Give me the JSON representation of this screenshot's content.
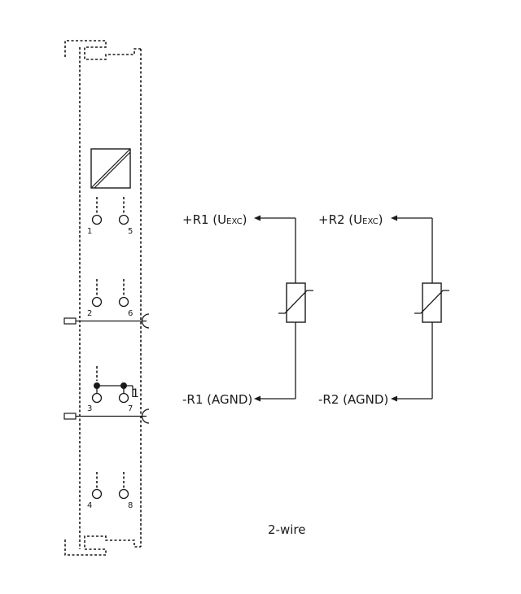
{
  "terminals": {
    "t1": "1",
    "t2": "2",
    "t3": "3",
    "t4": "4",
    "t5": "5",
    "t6": "6",
    "t7": "7",
    "t8": "8"
  },
  "bridge_mark": "1",
  "sensor1": {
    "top_prefix": "+R1 (U",
    "top_sub": "EXC",
    "top_suffix": ")",
    "bottom": "-R1 (AGND)"
  },
  "sensor2": {
    "top_prefix": "+R2 (U",
    "top_sub": "EXC",
    "top_suffix": ")",
    "bottom": "-R2 (AGND)"
  },
  "caption": "2-wire"
}
